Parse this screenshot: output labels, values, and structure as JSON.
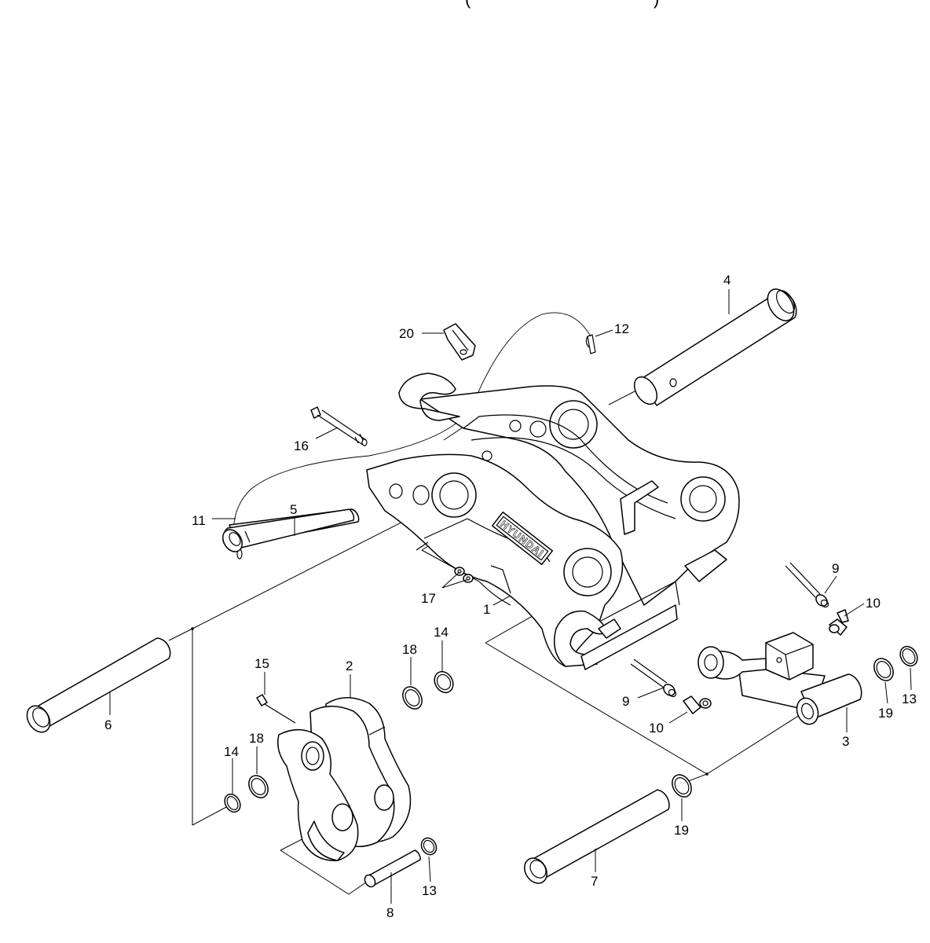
{
  "header_fragment": {
    "left": "(",
    "right": ")"
  },
  "brand": "HYUNDAI",
  "callouts": {
    "c1": "1",
    "c2": "2",
    "c3": "3",
    "c4": "4",
    "c5": "5",
    "c6": "6",
    "c7": "7",
    "c8": "8",
    "c9a": "9",
    "c9b": "9",
    "c10a": "10",
    "c10b": "10",
    "c11": "11",
    "c12": "12",
    "c13a": "13",
    "c13b": "13",
    "c14a": "14",
    "c14b": "14",
    "c15": "15",
    "c16": "16",
    "c17": "17",
    "c18a": "18",
    "c18b": "18",
    "c19a": "19",
    "c19b": "19",
    "c20": "20"
  }
}
